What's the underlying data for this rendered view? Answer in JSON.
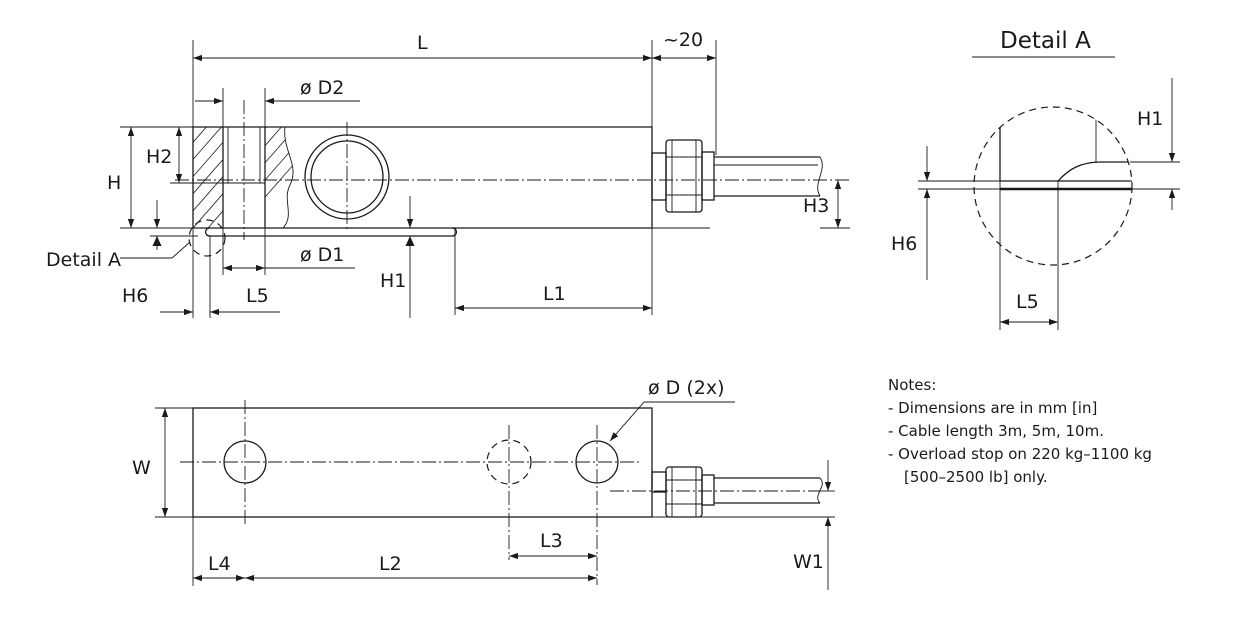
{
  "side_view": {
    "label_L": "L",
    "label_cable": "~20",
    "label_D2": "ø D2",
    "label_H": "H",
    "label_H2": "H2",
    "label_H3": "H3",
    "label_D1": "ø D1",
    "label_detail": "Detail A",
    "label_H1": "H1",
    "label_H6": "H6",
    "label_L5": "L5",
    "label_L1": "L1"
  },
  "bottom_view": {
    "label_D": "ø D (2x)",
    "label_W": "W",
    "label_W1": "W1",
    "label_L3": "L3",
    "label_L4": "L4",
    "label_L2": "L2"
  },
  "detail_view": {
    "title": "Detail A",
    "label_H1": "H1",
    "label_H6": "H6",
    "label_L5": "L5"
  },
  "notes": {
    "heading": "Notes:",
    "line1": "- Dimensions are in mm [in]",
    "line2": "- Cable length 3m, 5m, 10m.",
    "line3": "- Overload stop on 220 kg–1100 kg",
    "line4": "[500–2500 lb] only."
  }
}
